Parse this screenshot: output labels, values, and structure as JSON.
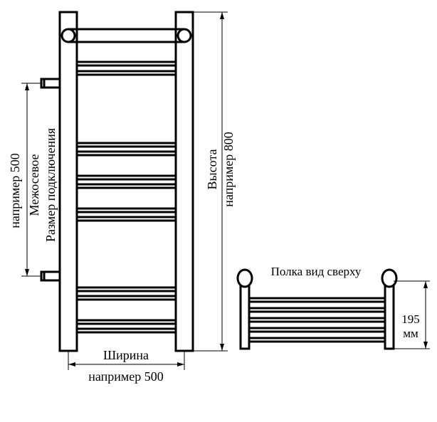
{
  "labels": {
    "height_title": "Высота",
    "height_value": "например 800",
    "width_title": "Ширина",
    "width_value": "например 500",
    "center_distance_value": "например 500",
    "center_distance_title": "Межосевое",
    "connection_size": "Размер подключения",
    "shelf_title": "Полка вид сверху",
    "shelf_depth_value": "195",
    "shelf_depth_unit": "мм"
  },
  "colors": {
    "stroke": "#000000",
    "background": "#ffffff"
  }
}
